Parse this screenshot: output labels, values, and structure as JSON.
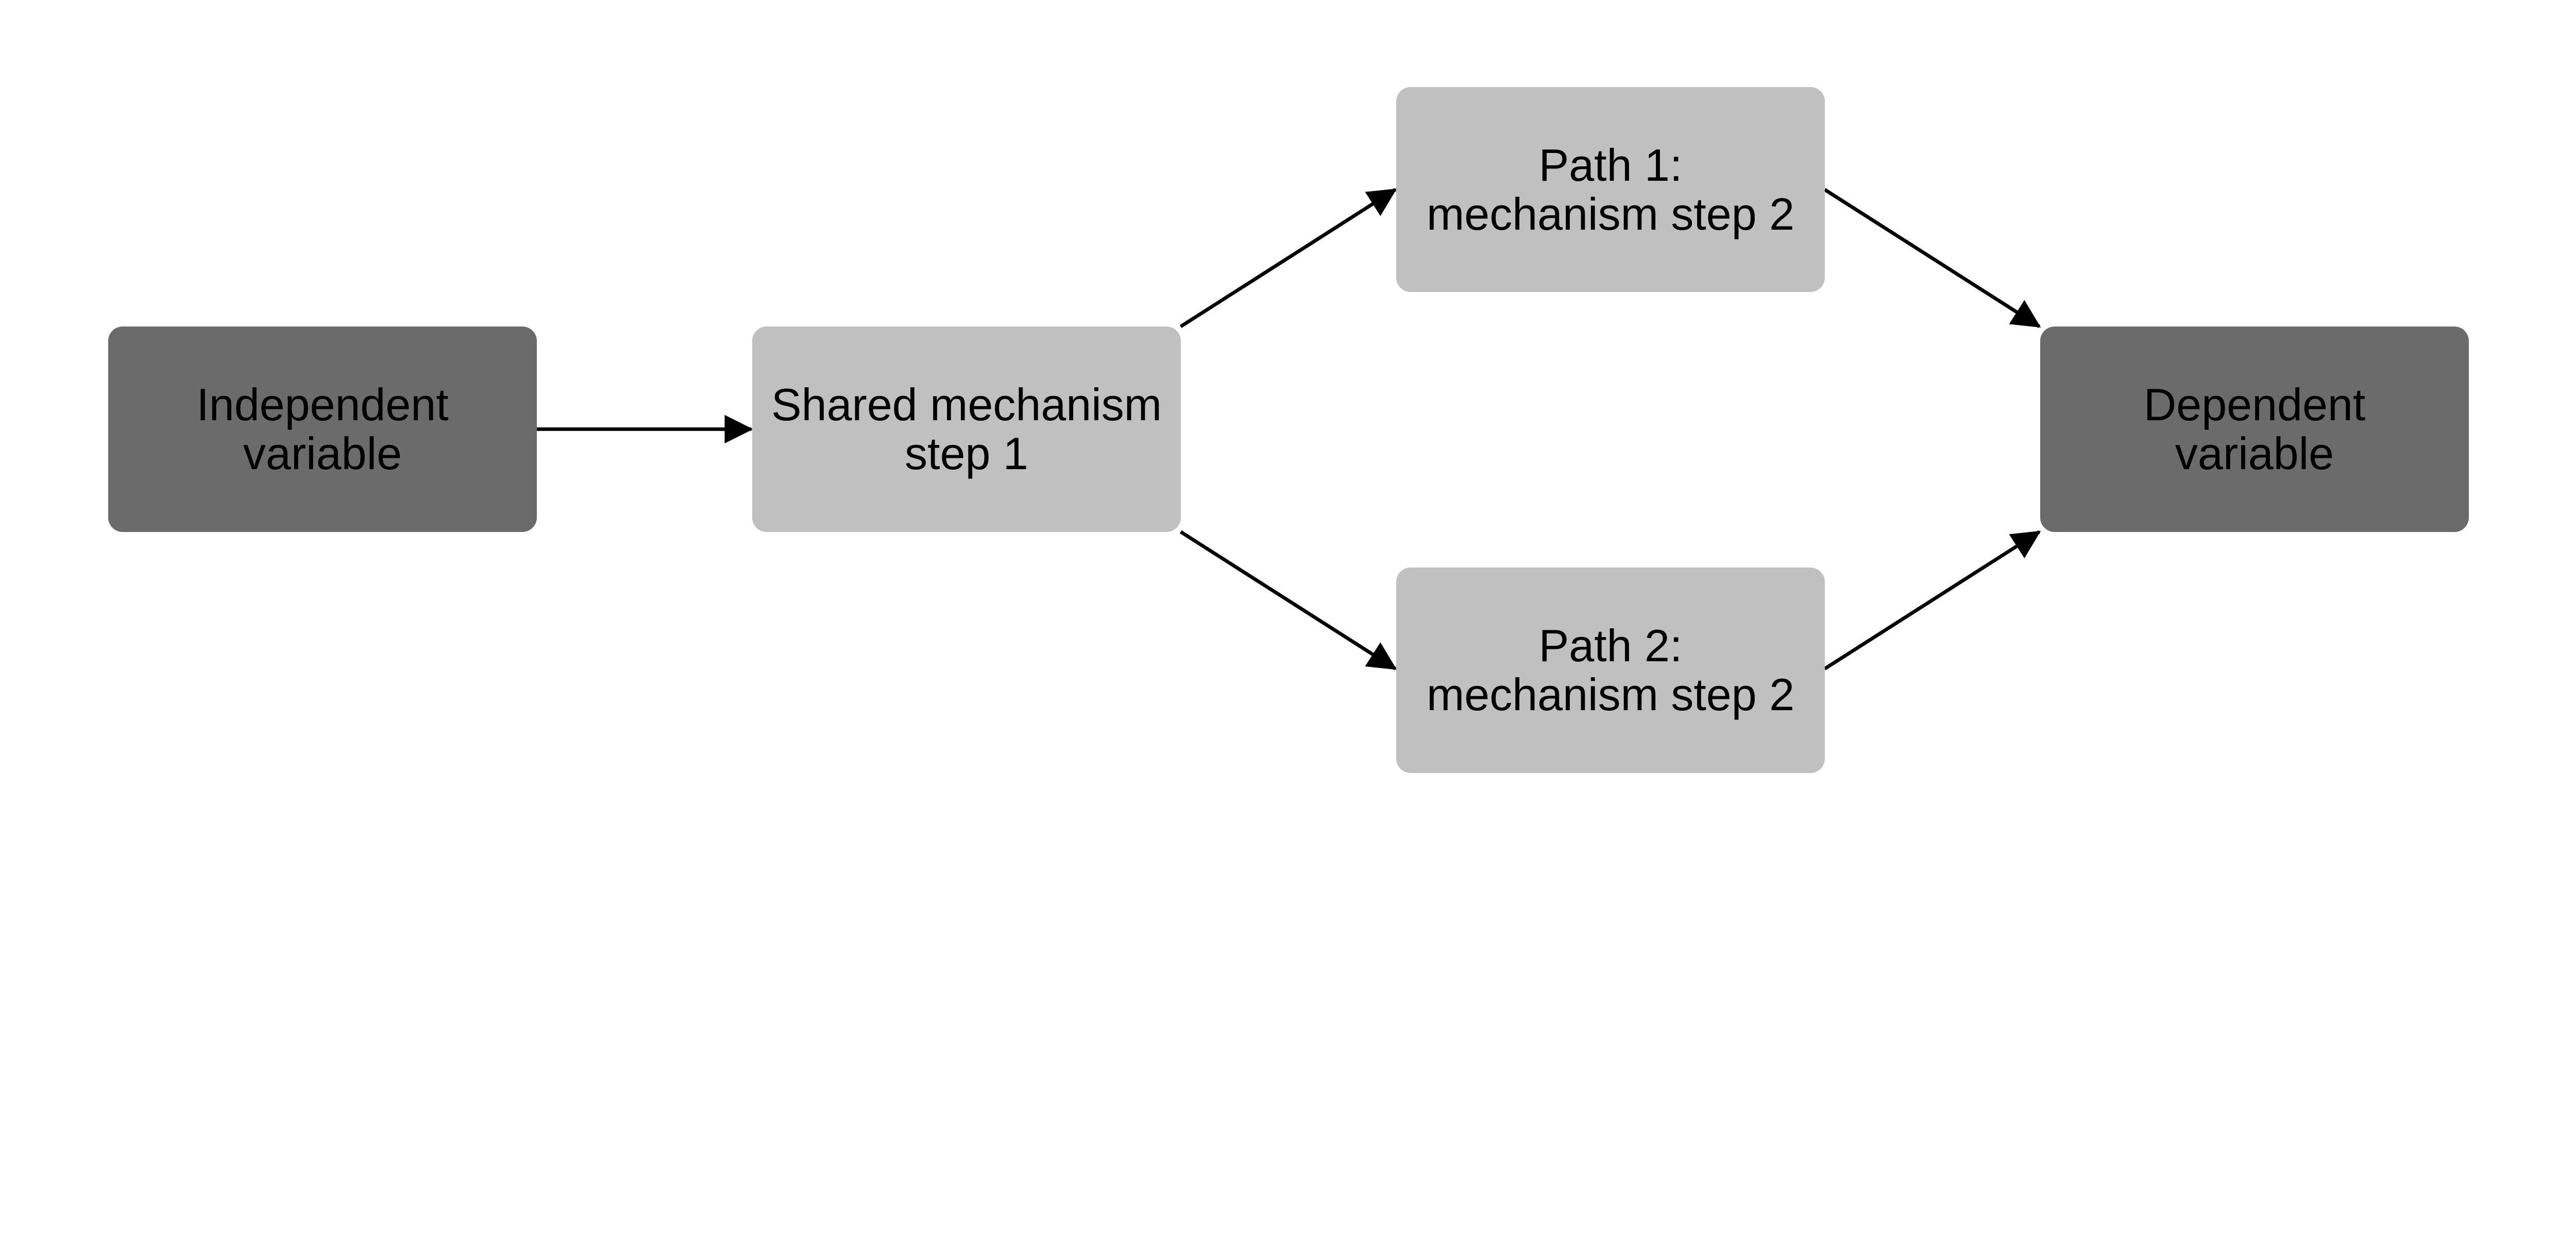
{
  "colors": {
    "outer_node": "#6b6b6b",
    "mechanism_node": "#c0c0c0",
    "arrow": "#000000"
  },
  "nodes": {
    "independent": {
      "line1": "Independent",
      "line2": "variable"
    },
    "shared": {
      "line1": "Shared mechanism",
      "line2": "step 1"
    },
    "path1": {
      "line1": "Path 1:",
      "line2": "mechanism step 2"
    },
    "path2": {
      "line1": "Path 2:",
      "line2": "mechanism step 2"
    },
    "dependent": {
      "line1": "Dependent",
      "line2": "variable"
    }
  },
  "edges": [
    {
      "from": "independent",
      "to": "shared"
    },
    {
      "from": "shared",
      "to": "path1"
    },
    {
      "from": "shared",
      "to": "path2"
    },
    {
      "from": "path1",
      "to": "dependent"
    },
    {
      "from": "path2",
      "to": "dependent"
    }
  ]
}
